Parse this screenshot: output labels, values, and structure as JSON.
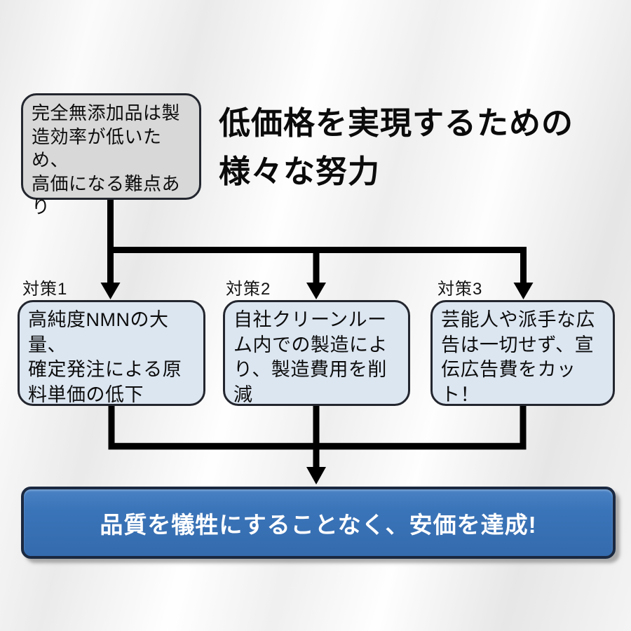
{
  "title": {
    "line1": "低価格を実現するための",
    "line2": "様々な努力"
  },
  "premise_box": {
    "lines": [
      "完全無添加品は製",
      "造効率が低いため、",
      "高価になる難点あ",
      "り"
    ]
  },
  "measures": [
    {
      "label": "対策1",
      "lines": [
        "高純度NMNの大量、",
        "確定発注による原",
        "料単価の低下",
        ""
      ]
    },
    {
      "label": "対策2",
      "lines": [
        "自社クリーンルー",
        "ム内での製造によ",
        "り、製造費用を削",
        "減"
      ]
    },
    {
      "label": "対策3",
      "lines": [
        "芸能人や派手な広",
        "告は一切せず、宣",
        "伝広告費をカッ",
        "ト！"
      ]
    }
  ],
  "result_box": {
    "text": "品質を犠牲にすることなく、安価を達成!"
  },
  "colors": {
    "premise_fill": "#d8d8d8",
    "measure_fill": "#dce6f1",
    "box_border": "#23262e",
    "connector": "#000000",
    "result_fill": "#3a74b8",
    "result_border": "#1b2940",
    "result_text": "#ffffff",
    "body_text": "#0d0d0d"
  }
}
